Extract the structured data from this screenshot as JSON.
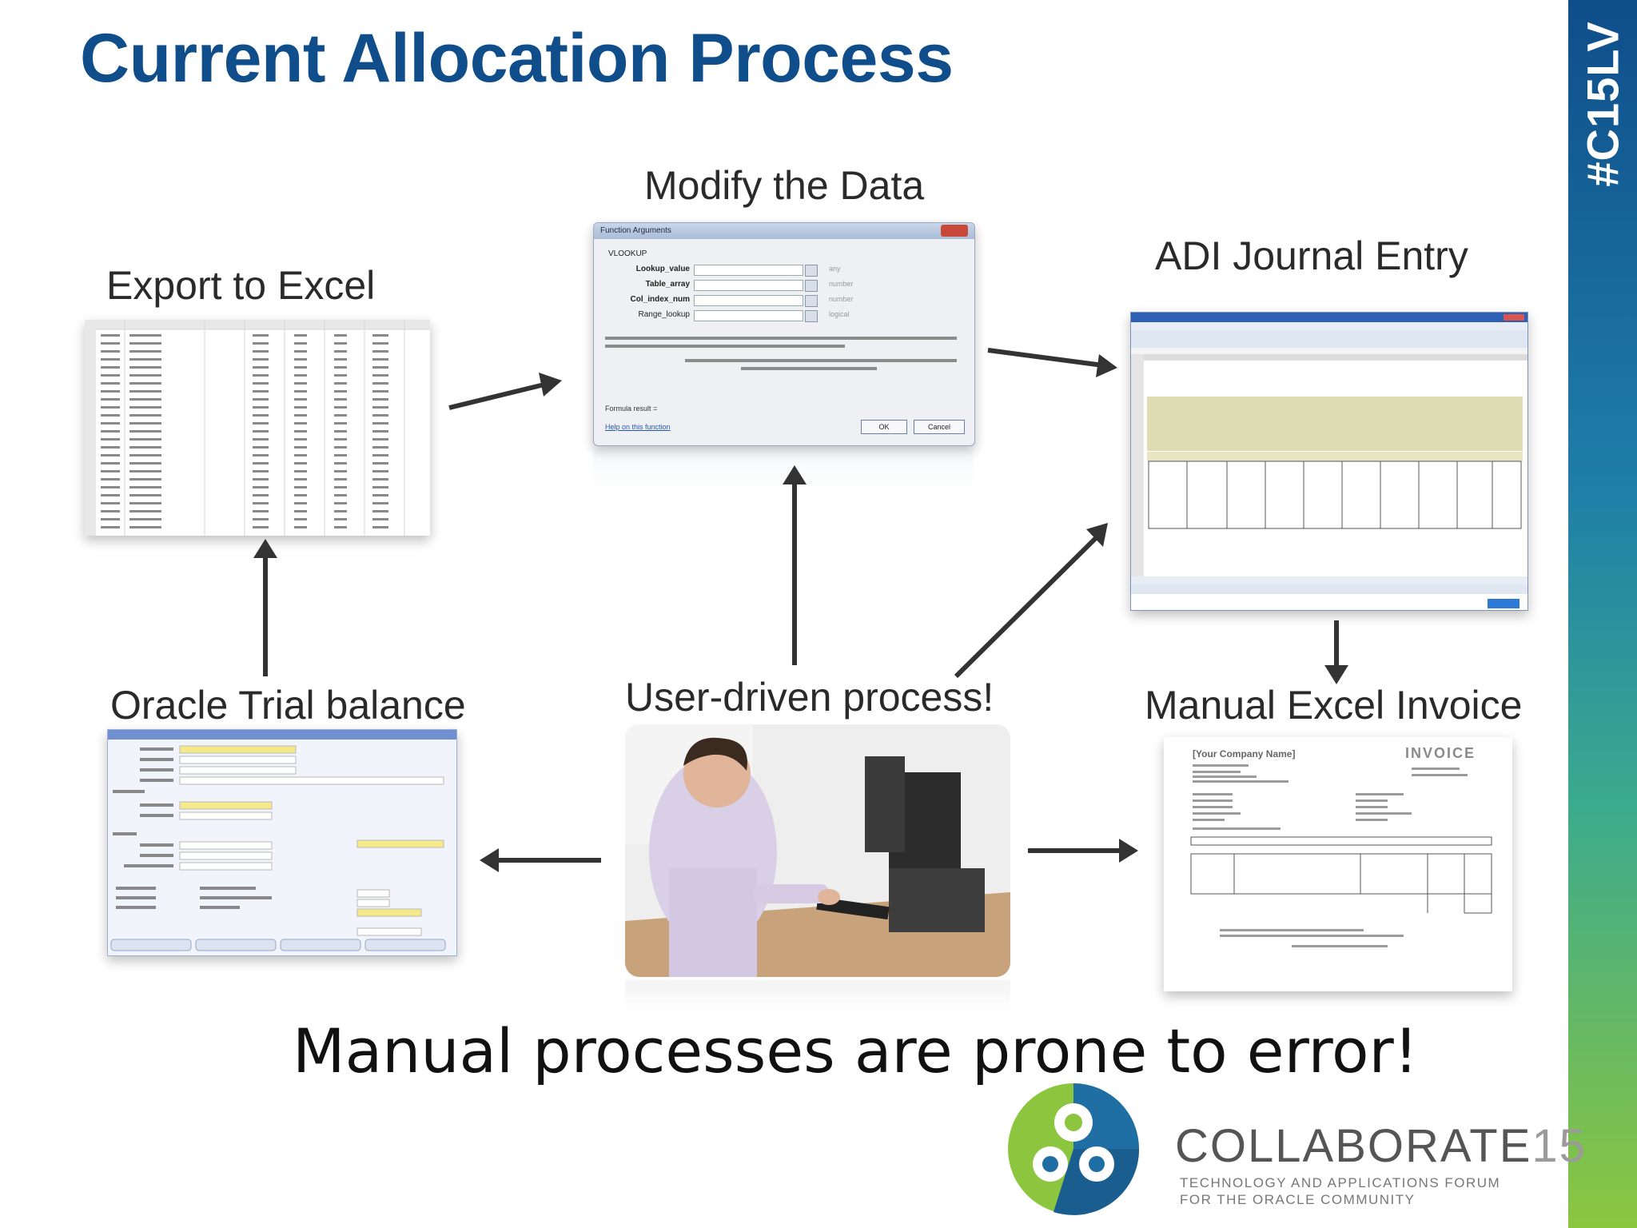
{
  "slide": {
    "title": "Current Allocation Process",
    "hashtag": "#C15LV",
    "labels": {
      "export": "Export to Excel",
      "modify": "Modify the Data",
      "adi": "ADI Journal Entry",
      "trial": "Oracle Trial balance",
      "user": "User-driven process!",
      "invoice": "Manual Excel Invoice"
    },
    "bottom_text": "Manual processes are prone to error!",
    "logo": {
      "word": "COLLABORATE",
      "number": "15",
      "tagline_1": "TECHNOLOGY AND APPLICATIONS FORUM",
      "tagline_2": "FOR THE ORACLE COMMUNITY"
    }
  },
  "dialog": {
    "title": "Function Arguments",
    "function": "VLOOKUP",
    "args": [
      {
        "name": "Lookup_value",
        "hint": "any"
      },
      {
        "name": "Table_array",
        "hint": "number"
      },
      {
        "name": "Col_index_num",
        "hint": "number"
      },
      {
        "name": "Range_lookup",
        "hint": "logical"
      }
    ],
    "ok": "OK",
    "cancel": "Cancel",
    "help": "Help on this function",
    "formula_result": "Formula result ="
  },
  "invoice": {
    "company": "[Your Company Name]",
    "heading": "INVOICE"
  },
  "colors": {
    "title_blue": "#0f4d8b",
    "bar_top": "#0f4d8b",
    "bar_bottom": "#8cc63f",
    "logo_green": "#8cc63f",
    "logo_blue": "#1f6fa5"
  },
  "icons": [
    "arrow-icon",
    "collaborate-logo-icon",
    "person-at-computer-image"
  ]
}
